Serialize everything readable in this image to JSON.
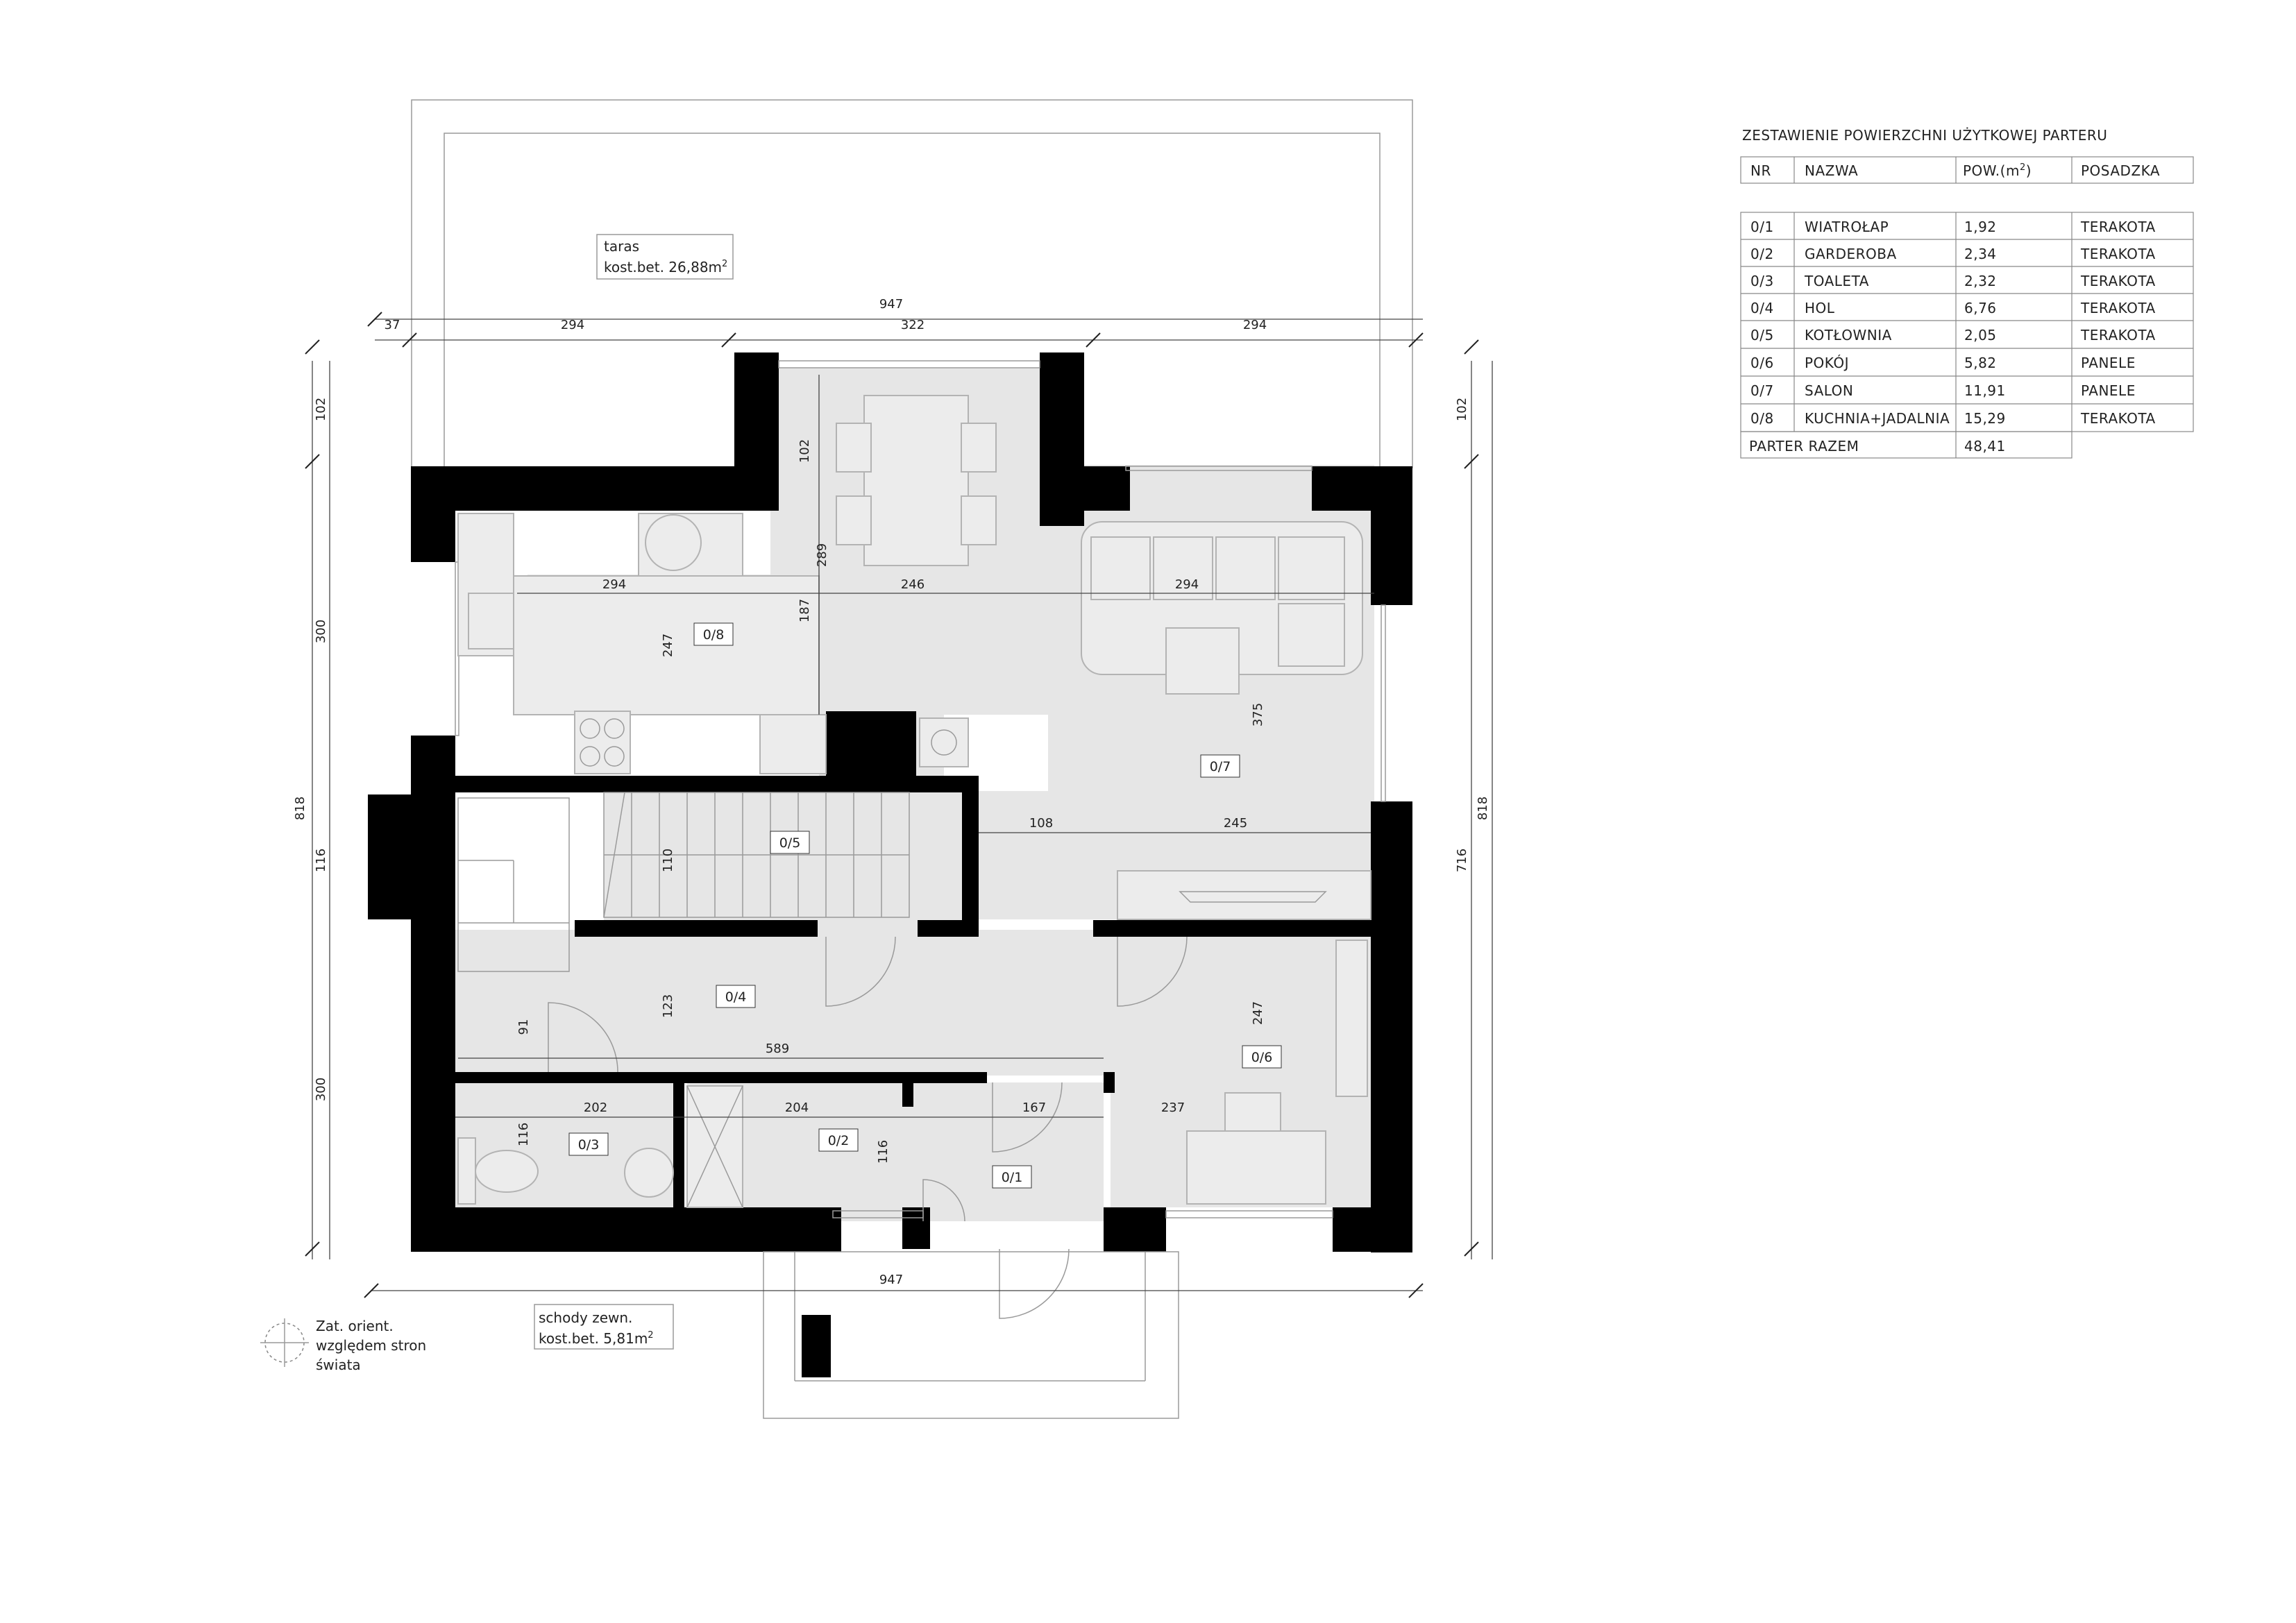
{
  "schedule": {
    "title": "ZESTAWIENIE POWIERZCHNI UŻYTKOWEJ PARTERU",
    "headers": {
      "nr": "NR",
      "name": "NAZWA",
      "area": "POW.(m",
      "area_sup": "2",
      "area_close": ")",
      "floor": "POSADZKA"
    },
    "rows": [
      {
        "nr": "0/1",
        "name": "WIATROŁAP",
        "area": "1,92",
        "floor": "TERAKOTA"
      },
      {
        "nr": "0/2",
        "name": "GARDEROBA",
        "area": "2,34",
        "floor": "TERAKOTA"
      },
      {
        "nr": "0/3",
        "name": "TOALETA",
        "area": "2,32",
        "floor": "TERAKOTA"
      },
      {
        "nr": "0/4",
        "name": "HOL",
        "area": "6,76",
        "floor": "TERAKOTA"
      },
      {
        "nr": "0/5",
        "name": "KOTŁOWNIA",
        "area": "2,05",
        "floor": "TERAKOTA"
      },
      {
        "nr": "0/6",
        "name": "POKÓJ",
        "area": "5,82",
        "floor": "PANELE"
      },
      {
        "nr": "0/7",
        "name": "SALON",
        "area": "11,91",
        "floor": "PANELE"
      },
      {
        "nr": "0/8",
        "name": "KUCHNIA+JADALNIA",
        "area": "15,29",
        "floor": "TERAKOTA"
      }
    ],
    "total_label": "PARTER RAZEM",
    "total_value": "48,41"
  },
  "terrace": {
    "line1": "taras",
    "line2": "kost.bet. 26,88m",
    "sup": "2"
  },
  "stairs_ext": {
    "line1": "schody zewn.",
    "line2": "kost.bet. 5,81m",
    "sup": "2"
  },
  "orientation": {
    "line1": "Zat. orient.",
    "line2": "względem stron",
    "line3": "świata"
  },
  "rooms": {
    "r01": "0/1",
    "r02": "0/2",
    "r03": "0/3",
    "r04": "0/4",
    "r05": "0/5",
    "r06": "0/6",
    "r07": "0/7",
    "r08": "0/8"
  },
  "dims": {
    "top_total": "947",
    "top_a": "37",
    "top_b": "294",
    "top_c": "322",
    "top_d": "294",
    "bottom_total": "947",
    "left_a": "102",
    "left_b": "300",
    "left_c": "116",
    "left_d": "300",
    "left_total": "818",
    "right_a": "102",
    "right_b": "716",
    "right_total": "818",
    "kitchen_102": "102",
    "kitchen_289": "289",
    "kitchen_187": "187",
    "kitchen_247": "247",
    "h_294a": "294",
    "h_246": "246",
    "h_294b": "294",
    "salon_375": "375",
    "h_108": "108",
    "h_245": "245",
    "boiler_110": "110",
    "hall_123": "123",
    "hall_91": "91",
    "hall_589": "589",
    "pok_247": "247",
    "wc_202": "202",
    "wc_116": "116",
    "gar_204": "204",
    "gar_116": "116",
    "wia_167": "167",
    "pok_237": "237"
  }
}
